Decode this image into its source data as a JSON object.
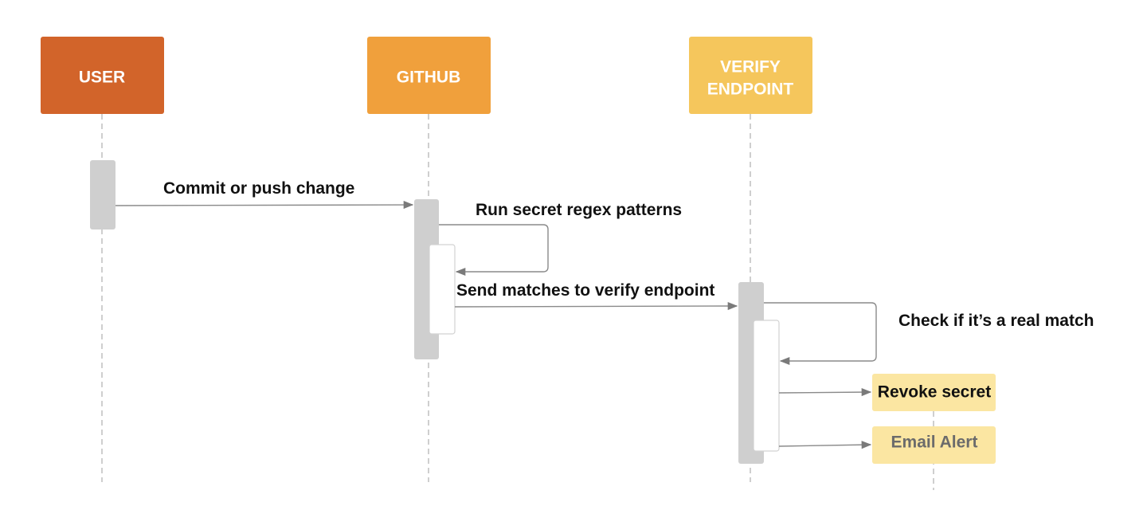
{
  "diagram": {
    "actors": {
      "user": {
        "label": "USER",
        "color": "#d2642a"
      },
      "github": {
        "label": "GITHUB",
        "color": "#f0a03c"
      },
      "verify": {
        "line1": "VERIFY",
        "line2": "ENDPOINT",
        "color": "#f5c65c"
      }
    },
    "messages": {
      "commit": "Commit or push change",
      "regex": "Run secret regex patterns",
      "send": "Send matches to verify endpoint",
      "check": "Check if  it’s a real match"
    },
    "outcomes": {
      "revoke": {
        "label": "Revoke secret",
        "text_color": "#111111"
      },
      "email": {
        "label": "Email Alert",
        "text_color": "#6b6b6b"
      },
      "fill": "#fbe6a2"
    },
    "colors": {
      "activation_gray": "#cfcfcf",
      "activation_white": "#ffffff"
    }
  }
}
